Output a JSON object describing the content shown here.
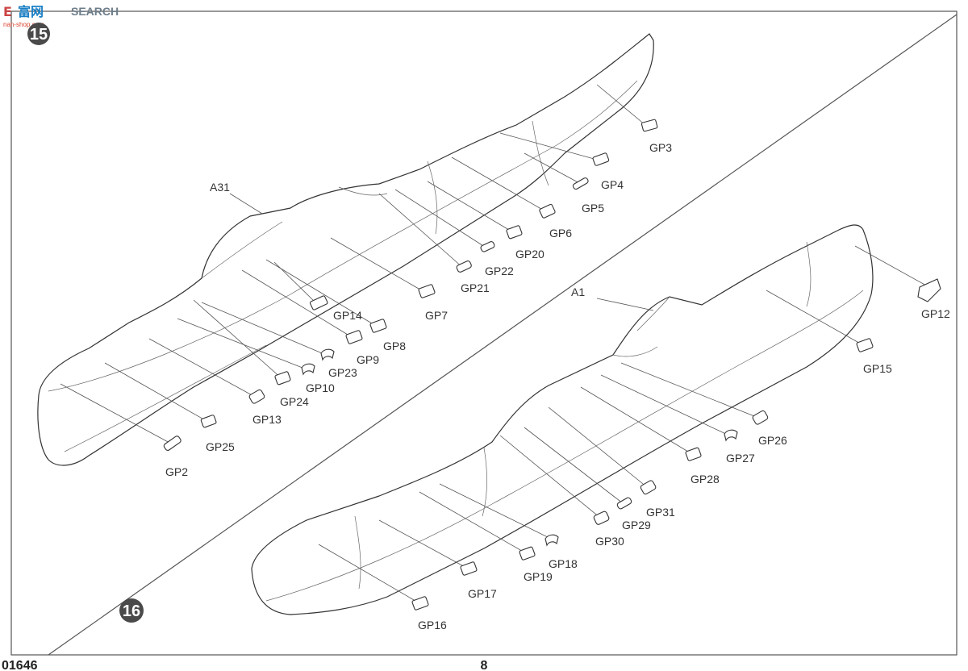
{
  "watermark": {
    "brand_cn": "富网",
    "site": "nan-shop.com",
    "search": "SEARCH",
    "prefix": "E"
  },
  "steps": {
    "step15": "15",
    "step16": "16"
  },
  "footer": {
    "kit_number": "01646",
    "page_number": "8"
  },
  "step15_parts": {
    "fuselage_label": "A31",
    "labels": [
      "GP3",
      "GP4",
      "GP5",
      "GP6",
      "GP20",
      "GP22",
      "GP21",
      "GP7",
      "GP14",
      "GP8",
      "GP9",
      "GP23",
      "GP10",
      "GP24",
      "GP13",
      "GP25",
      "GP2"
    ]
  },
  "step16_parts": {
    "fuselage_label": "A1",
    "labels": [
      "GP12",
      "GP15",
      "GP26",
      "GP27",
      "GP28",
      "GP31",
      "GP29",
      "GP30",
      "GP18",
      "GP19",
      "GP17",
      "GP16"
    ]
  }
}
